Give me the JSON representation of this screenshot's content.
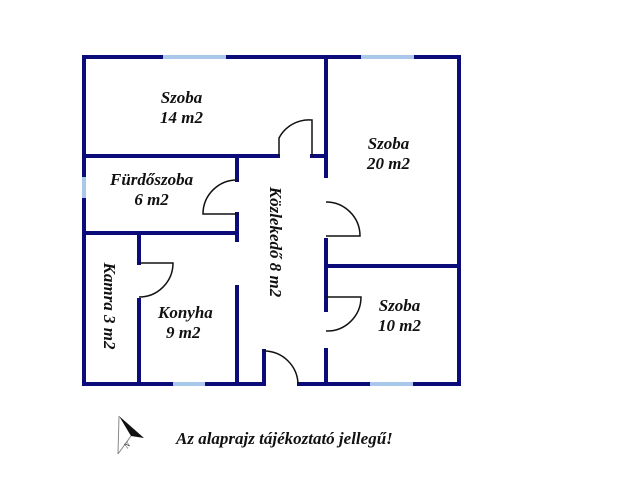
{
  "floorplan": {
    "wall_color": "#0b0b7a",
    "window_color": "#a9c8ea",
    "door_color": "#111111",
    "rooms": [
      {
        "name": "Szoba",
        "area": "14 m2"
      },
      {
        "name": "Szoba",
        "area": "20 m2"
      },
      {
        "name": "Fürdőszoba",
        "area": "6 m2"
      },
      {
        "name": "Közlekedő 8 m2"
      },
      {
        "name": "Kamra 3 m2"
      },
      {
        "name": "Konyha",
        "area": "9 m2"
      },
      {
        "name": "Szoba",
        "area": "10 m2"
      }
    ]
  },
  "compass": {
    "icon": "north-arrow-icon",
    "label": "N"
  },
  "disclaimer": "Az alaprajz tájékoztató jellegű!"
}
